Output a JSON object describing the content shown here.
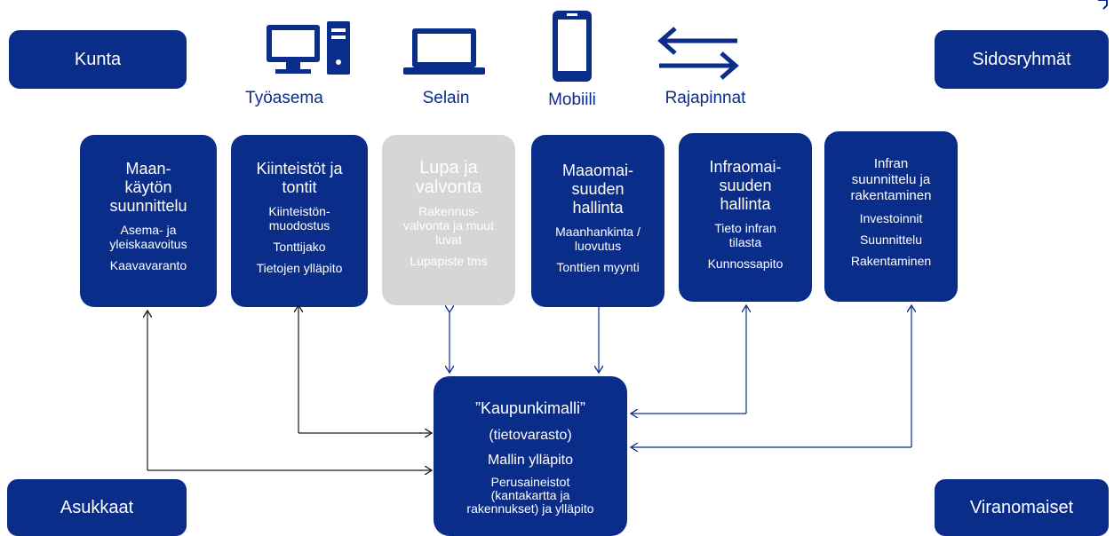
{
  "corners": {
    "top_left": "Kunta",
    "top_right": "Sidosryhmät",
    "bottom_left": "Asukkaat",
    "bottom_right": "Viranomaiset"
  },
  "channels": [
    {
      "label": "Työasema",
      "icon": "workstation-icon"
    },
    {
      "label": "Selain",
      "icon": "laptop-icon"
    },
    {
      "label": "Mobiili",
      "icon": "mobile-icon"
    },
    {
      "label": "Rajapinnat",
      "icon": "interface-arrows-icon"
    }
  ],
  "modules": [
    {
      "title": "Maan-\nkäytön\nsuunnittelu",
      "items": [
        "Asema- ja\nyleiskaavoitus",
        "Kaavavaranto"
      ]
    },
    {
      "title": "Kiinteistöt ja\ntontit",
      "items": [
        "Kiinteistön-\nmuodostus",
        "Tonttijako",
        "Tietojen ylläpito"
      ]
    },
    {
      "title": "Lupa ja\nvalvonta",
      "items": [
        "Rakennus-\nvalvonta ja muut\nluvat",
        "Lupapiste tms"
      ]
    },
    {
      "title": "Maaomai-\nsuuden\nhallinta",
      "items": [
        "Maanhankinta /\nluovutus",
        "Tonttien myynti"
      ]
    },
    {
      "title": "Infraomai-\nsuuden\nhallinta",
      "items": [
        "Tieto infran\ntilasta",
        "Kunnossapito"
      ]
    },
    {
      "title": "Infran\nsuunnittelu ja\nrakentaminen",
      "items": [
        "Investoinnit",
        "Suunnittelu",
        "Rakentaminen"
      ]
    }
  ],
  "central": {
    "title": "”Kaupunkimalli”",
    "subtitle": "(tietovarasto)",
    "maintenance": "Mallin ylläpito",
    "base": "Perusaineistot\n(kantakartta ja\nrakennukset) ja ylläpito"
  },
  "colors": {
    "primary": "#0b2d8a",
    "disabled": "#d6d6d6",
    "line": "#1a1a1a",
    "arrow_blue": "#0b2d8a"
  }
}
